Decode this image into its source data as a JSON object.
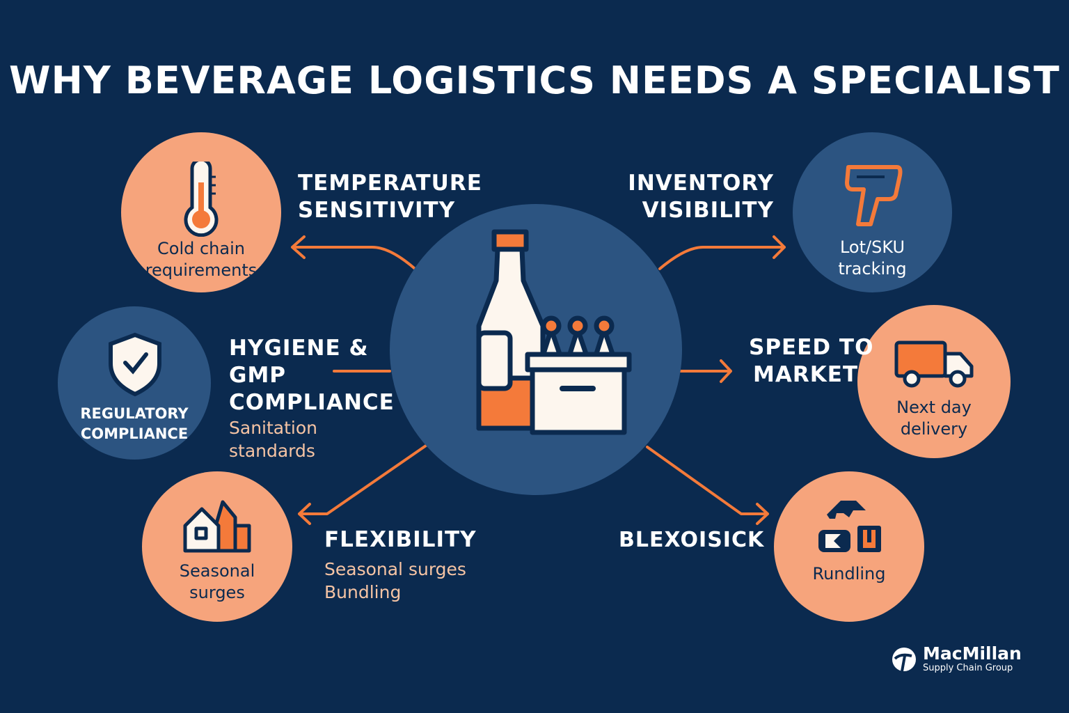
{
  "title": "WHY BEVERAGE LOGISTICS NEEDS A SPECIALIST",
  "colors": {
    "background": "#0b2a4f",
    "accent": "#f47a3a",
    "light_orange": "#f6a47c",
    "blue_circle": "#2c5481"
  },
  "items": {
    "temperature": {
      "heading_1": "TEMPERATURE",
      "heading_2": "SENSITIVITY",
      "circle_1": "Cold chain",
      "circle_2": "requirements",
      "icon": "thermometer-icon"
    },
    "regulatory": {
      "circle_1": "REGULATORY",
      "circle_2": "COMPLIANCE",
      "heading_1": "HYGIENE &",
      "heading_2": "GMP",
      "heading_3": "COMPLIANCE",
      "sub_1": "Sanitation",
      "sub_2": "standards",
      "icon": "shield-check-icon"
    },
    "flexibility": {
      "heading": "FLEXIBILITY",
      "sub_1": "Seasonal surges",
      "sub_2": "Bundling",
      "circle_1": "Seasonal",
      "circle_2": "surges",
      "icon": "house-icon"
    },
    "inventory": {
      "heading_1": "INVENTORY",
      "heading_2": "VISIBILITY",
      "circle_1": "Lot/SKU",
      "circle_2": "tracking",
      "icon": "scanner-icon"
    },
    "speed": {
      "heading_1": "SPEED TO",
      "heading_2": "MARKET",
      "circle_1": "Next day",
      "circle_2": "delivery",
      "icon": "truck-icon"
    },
    "bundling": {
      "heading": "BLEXOISICK",
      "circle_1": "Rundling",
      "icon": "bundle-icon"
    }
  },
  "logo": {
    "name": "MacMillan",
    "tagline": "Supply Chain Group"
  }
}
